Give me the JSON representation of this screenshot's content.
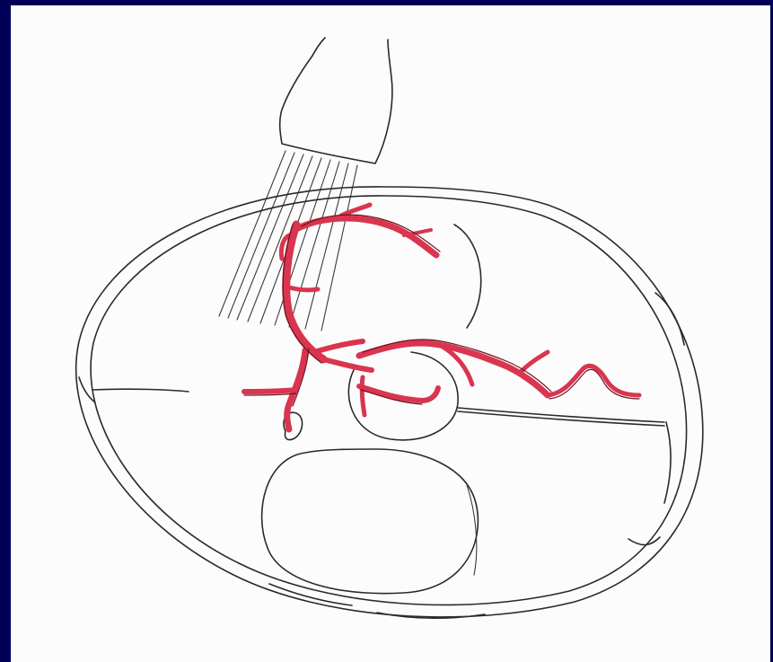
{
  "colors": {
    "frame": "#000058",
    "paper": "#fcfcfc",
    "ink": "#2a2a2a",
    "vessel": "#d9354f",
    "vessel_outline": "#6b1020"
  },
  "elements": {
    "probe": "ultrasound-probe",
    "beam": "ultrasound-beam",
    "skull": "skull-cross-section",
    "vessels": "cerebral-arteries"
  }
}
